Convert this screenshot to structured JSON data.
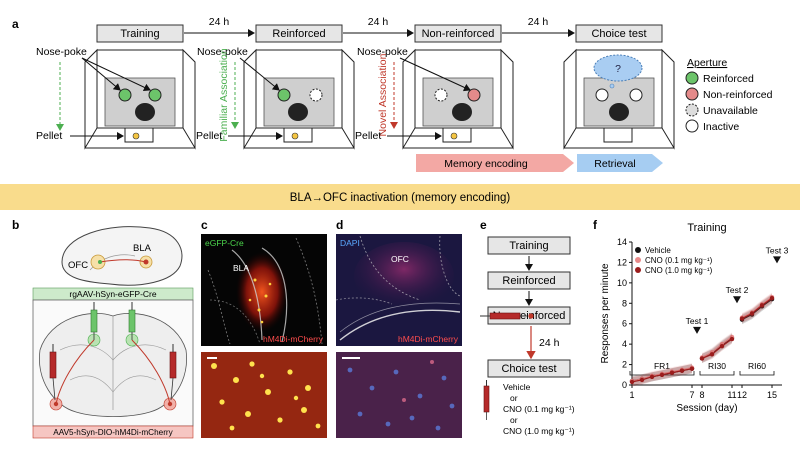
{
  "panels": {
    "a": "a",
    "b": "b",
    "c": "c",
    "d": "d",
    "e": "e",
    "f": "f"
  },
  "panel_a": {
    "stages": [
      "Training",
      "Reinforced",
      "Non-reinforced",
      "Choice test"
    ],
    "intervals": [
      "24 h",
      "24 h",
      "24 h"
    ],
    "nose_poke": "Nose-poke",
    "pellet": "Pellet",
    "familiar_association": "Familiar Association",
    "novel_association": "Novel Association",
    "question": "?",
    "legend_title": "Aperture",
    "legend_items": [
      "Reinforced",
      "Non-reinforced",
      "Unavailable",
      "Inactive"
    ],
    "memory_encoding": "Memory encoding",
    "retrieval": "Retrieval",
    "banner": "BLA→OFC inactivation (memory encoding)"
  },
  "panel_b": {
    "ofc": "OFC",
    "bla": "BLA",
    "top_virus": "rgAAV-hSyn-eGFP-Cre",
    "bottom_virus": "AAV5-hSyn-DIO-hM4Di-mCherry"
  },
  "panel_c": {
    "egfp": "eGFP-Cre",
    "bla": "BLA",
    "hm4di": "hM4Di-mCherry"
  },
  "panel_d": {
    "dapi": "DAPI",
    "ofc": "OFC",
    "hm4di": "hM4Di-mCherry"
  },
  "panel_e": {
    "steps": [
      "Training",
      "Reinforced",
      "Non-reinforced",
      "Choice test"
    ],
    "interval": "24 h",
    "vehicle": "Vehicle",
    "or1": "or",
    "cno_low": "CNO (0.1 mg kg⁻¹)",
    "or2": "or",
    "cno_high": "CNO (1.0 mg kg⁻¹)"
  },
  "colors": {
    "reinforced": "#6cc46a",
    "non_reinforced": "#e48a8a",
    "encoding": "#f3a8a4",
    "retrieval": "#a6cdf2",
    "banner": "#f9dc8c",
    "vehicle": "#111111",
    "cno_low": "#e88a8a",
    "cno_high": "#9b1d1d"
  },
  "chart_data": {
    "type": "line",
    "title": "Training",
    "xlabel": "Session (day)",
    "ylabel": "Responses per minute",
    "xlim": [
      1,
      16
    ],
    "ylim": [
      0,
      14
    ],
    "xticks": [
      1,
      7,
      8,
      11,
      12,
      15
    ],
    "yticks": [
      0,
      2,
      4,
      6,
      8,
      10,
      12,
      14
    ],
    "legend_position": "top-left",
    "phases": [
      {
        "label": "FR1",
        "sessions": [
          1,
          7
        ]
      },
      {
        "label": "RI30",
        "sessions": [
          8,
          11
        ]
      },
      {
        "label": "RI60",
        "sessions": [
          12,
          15
        ]
      }
    ],
    "tests": [
      {
        "label": "Test 1",
        "after_session": 7
      },
      {
        "label": "Test 2",
        "after_session": 11
      },
      {
        "label": "Test 3",
        "after_session": 15
      }
    ],
    "series": [
      {
        "name": "Vehicle",
        "color": "#111111",
        "segments": [
          {
            "x": [
              1,
              2,
              3,
              4,
              5,
              6,
              7
            ],
            "y": [
              0.4,
              0.6,
              0.8,
              1.0,
              1.2,
              1.4,
              1.6
            ]
          },
          {
            "x": [
              8,
              9,
              10,
              11
            ],
            "y": [
              2.6,
              3.1,
              3.9,
              4.6
            ]
          },
          {
            "x": [
              12,
              13,
              14,
              15
            ],
            "y": [
              6.4,
              6.9,
              7.7,
              8.4
            ]
          }
        ]
      },
      {
        "name": "CNO (0.1 mg kg⁻¹)",
        "color": "#e88a8a",
        "segments": [
          {
            "x": [
              1,
              2,
              3,
              4,
              5,
              6,
              7
            ],
            "y": [
              0.4,
              0.6,
              0.9,
              1.1,
              1.3,
              1.5,
              1.7
            ]
          },
          {
            "x": [
              8,
              9,
              10,
              11
            ],
            "y": [
              2.7,
              3.2,
              4.0,
              4.7
            ]
          },
          {
            "x": [
              12,
              13,
              14,
              15
            ],
            "y": [
              6.6,
              7.1,
              7.9,
              8.6
            ]
          }
        ]
      },
      {
        "name": "CNO (1.0 mg kg⁻¹)",
        "color": "#9b1d1d",
        "segments": [
          {
            "x": [
              1,
              2,
              3,
              4,
              5,
              6,
              7
            ],
            "y": [
              0.3,
              0.5,
              0.8,
              1.0,
              1.2,
              1.4,
              1.6
            ]
          },
          {
            "x": [
              8,
              9,
              10,
              11
            ],
            "y": [
              2.6,
              3.0,
              3.8,
              4.5
            ]
          },
          {
            "x": [
              12,
              13,
              14,
              15
            ],
            "y": [
              6.5,
              7.0,
              7.8,
              8.5
            ]
          }
        ]
      }
    ]
  }
}
